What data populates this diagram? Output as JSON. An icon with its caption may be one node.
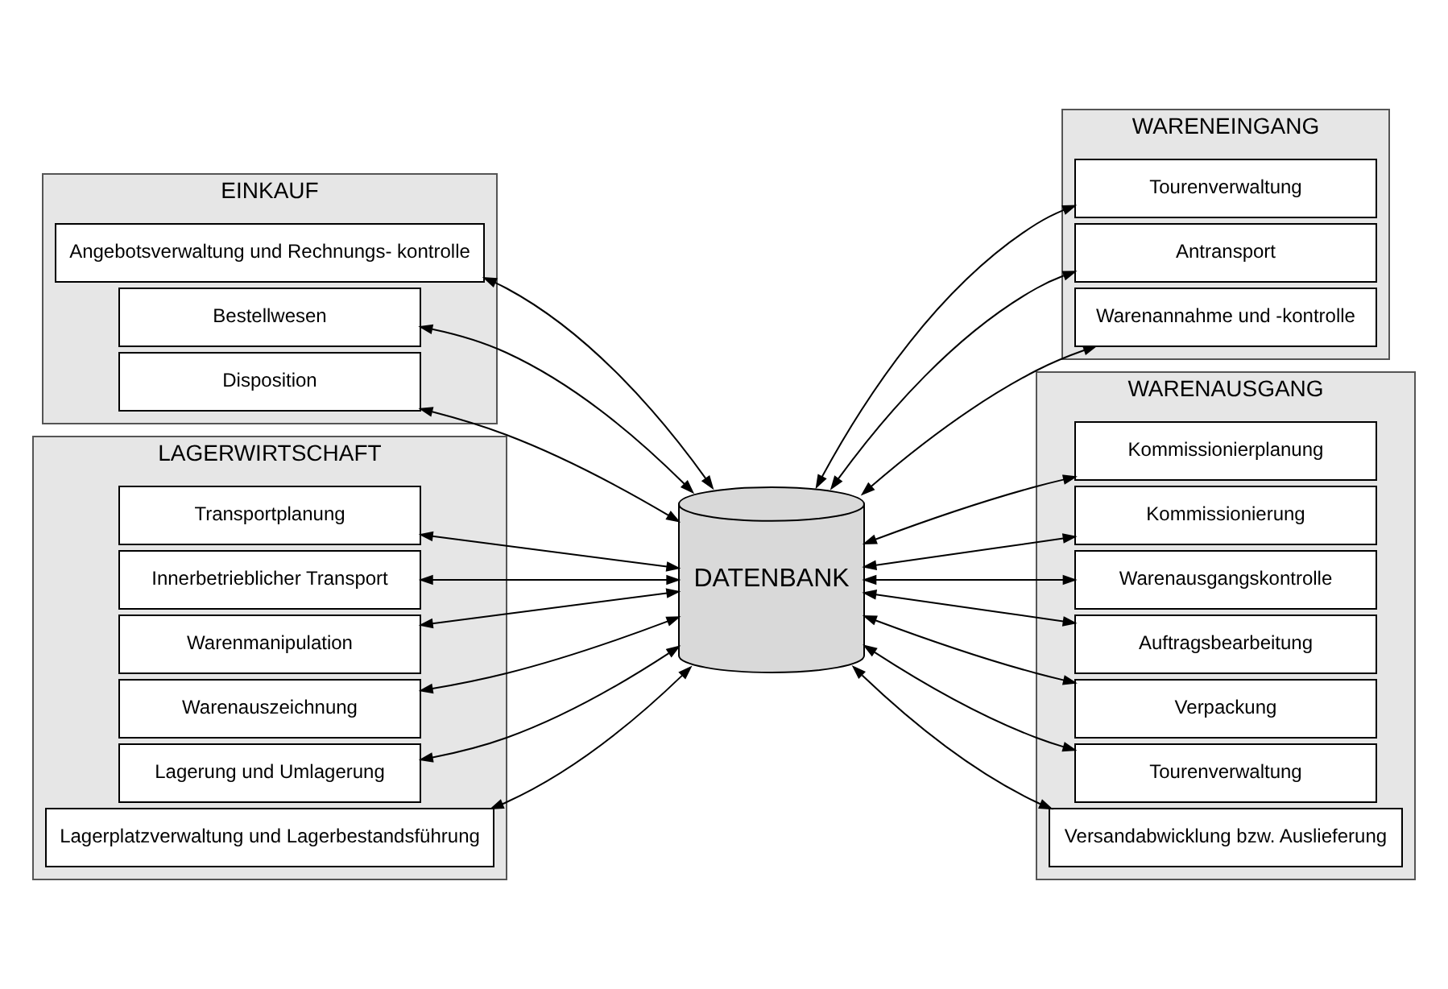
{
  "diagram": {
    "nodes": [
      {
        "text": [
          "EINKAUF"
        ]
      },
      {
        "text": [
          "Angebotsverwaltung und Rechnungs- kontrolle"
        ],
        "in": 0
      },
      {
        "text": [
          "Bestellwesen"
        ],
        "in": 0
      },
      {
        "text": [
          "Disposition"
        ],
        "in": 0
      },
      {
        "text": [
          "WARENEINGANG"
        ]
      },
      {
        "text": [
          "Tourenverwaltung"
        ],
        "in": 4
      },
      {
        "text": [
          "Antransport"
        ],
        "in": 4
      },
      {
        "text": [
          "Warenannahme und -kontrolle"
        ],
        "in": 4
      },
      {
        "text": [
          "DATENBANK"
        ]
      },
      {
        "text": [
          "LAGERWIRTSCHAFT"
        ]
      },
      {
        "text": [
          "Transportplanung"
        ],
        "in": 9
      },
      {
        "text": [
          "Innerbetrieblicher Transport"
        ],
        "in": 9
      },
      {
        "text": [
          "Warenmanipulation"
        ],
        "in": 9
      },
      {
        "text": [
          "Warenauszeichnung"
        ],
        "in": 9
      },
      {
        "text": [
          "Lagerung und Umlagerung"
        ],
        "in": 9
      },
      {
        "text": [
          "Lagerplatzverwaltung und Lagerbestandsführung"
        ],
        "in": 9
      },
      {
        "text": [
          "WARENAUSGANG"
        ]
      },
      {
        "text": [
          "Kommissionierplanung"
        ],
        "in": 16
      },
      {
        "text": [
          "Kommissionierung"
        ],
        "in": 16
      },
      {
        "text": [
          "Warenausgangskontrolle"
        ],
        "in": 16
      },
      {
        "text": [
          "Auftragsbearbeitung"
        ],
        "in": 16
      },
      {
        "text": [
          "Verpackung"
        ],
        "in": 16
      },
      {
        "text": [
          "Tourenverwaltung"
        ],
        "in": 16
      },
      {
        "text": [
          "Versandabwicklung bzw. Auslieferung"
        ],
        "in": 16
      }
    ],
    "edges": [
      {
        "from": 1,
        "to": 8,
        "arrow": "both"
      },
      {
        "from": 2,
        "to": 8,
        "arrow": "both"
      },
      {
        "from": 3,
        "to": 8,
        "arrow": "both"
      },
      {
        "from": 8,
        "to": 5,
        "arrow": "both"
      },
      {
        "from": 8,
        "to": 6,
        "arrow": "both"
      },
      {
        "from": 8,
        "to": 7,
        "arrow": "both"
      },
      {
        "from": 10,
        "to": 8,
        "arrow": "both"
      },
      {
        "from": 11,
        "to": 8,
        "arrow": "both"
      },
      {
        "from": 12,
        "to": 8,
        "arrow": "both"
      },
      {
        "from": 13,
        "to": 8,
        "arrow": "both"
      },
      {
        "from": 14,
        "to": 8,
        "arrow": "both"
      },
      {
        "from": 15,
        "to": 8,
        "arrow": "both"
      },
      {
        "from": 8,
        "to": 17,
        "arrow": "both"
      },
      {
        "from": 8,
        "to": 18,
        "arrow": "both"
      },
      {
        "from": 8,
        "to": 19,
        "arrow": "both"
      },
      {
        "from": 8,
        "to": 20,
        "arrow": "both"
      },
      {
        "from": 8,
        "to": 21,
        "arrow": "both"
      },
      {
        "from": 8,
        "to": 22,
        "arrow": "both"
      },
      {
        "from": 8,
        "to": 23,
        "arrow": "both"
      }
    ]
  }
}
